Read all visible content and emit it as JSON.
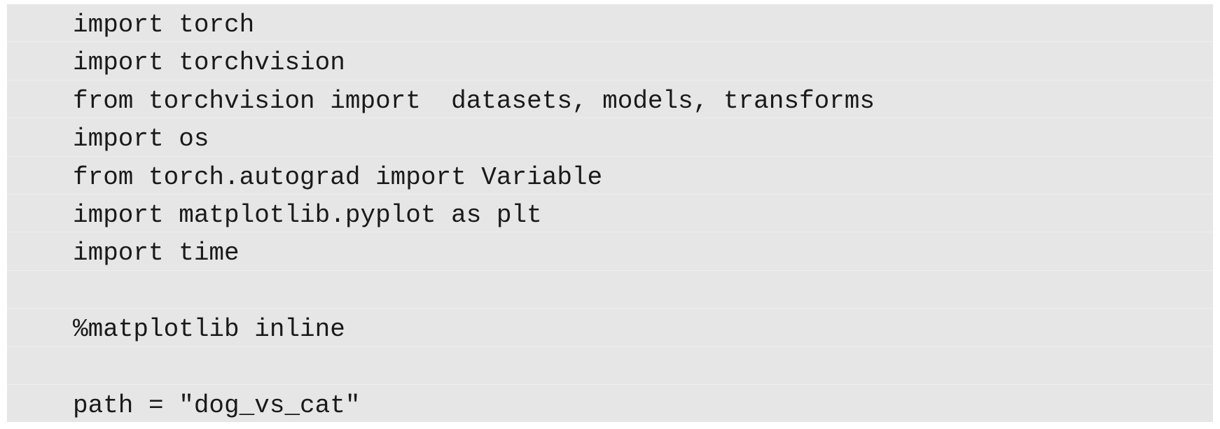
{
  "code": {
    "lines": [
      "import torch",
      "import torchvision",
      "from torchvision import  datasets, models, transforms",
      "import os",
      "from torch.autograd import Variable",
      "import matplotlib.pyplot as plt",
      "import time",
      "",
      "%matplotlib inline",
      "",
      "path = \"dog_vs_cat\""
    ]
  }
}
